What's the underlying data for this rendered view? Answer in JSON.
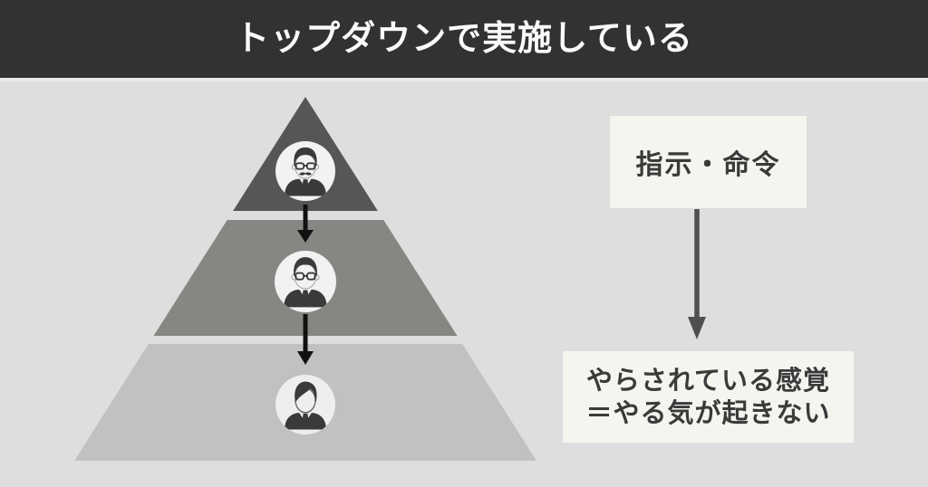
{
  "header": {
    "title": "トップダウンで実施している"
  },
  "pyramid": {
    "type": "pyramid",
    "tiers": [
      {
        "icon": "boss-person-icon",
        "color": "#565658"
      },
      {
        "icon": "manager-person-icon",
        "color": "#868682"
      },
      {
        "icon": "staff-person-icon",
        "color": "#c1c1bf"
      }
    ],
    "flow_arrow_color": "#111111"
  },
  "callouts": {
    "instruction_box": {
      "label": "指示・命令"
    },
    "result_box": {
      "line1": "やらされている感覚",
      "line2": "＝やる気が起きない"
    },
    "arrow_color": "#4f4f4f"
  },
  "colors": {
    "background": "#dedede",
    "header_bg": "#323232",
    "header_text": "#fafafa",
    "callout_bg": "#f5f4ef",
    "callout_text": "#3a3a3a",
    "avatar_circle": "#f2f2f2"
  }
}
